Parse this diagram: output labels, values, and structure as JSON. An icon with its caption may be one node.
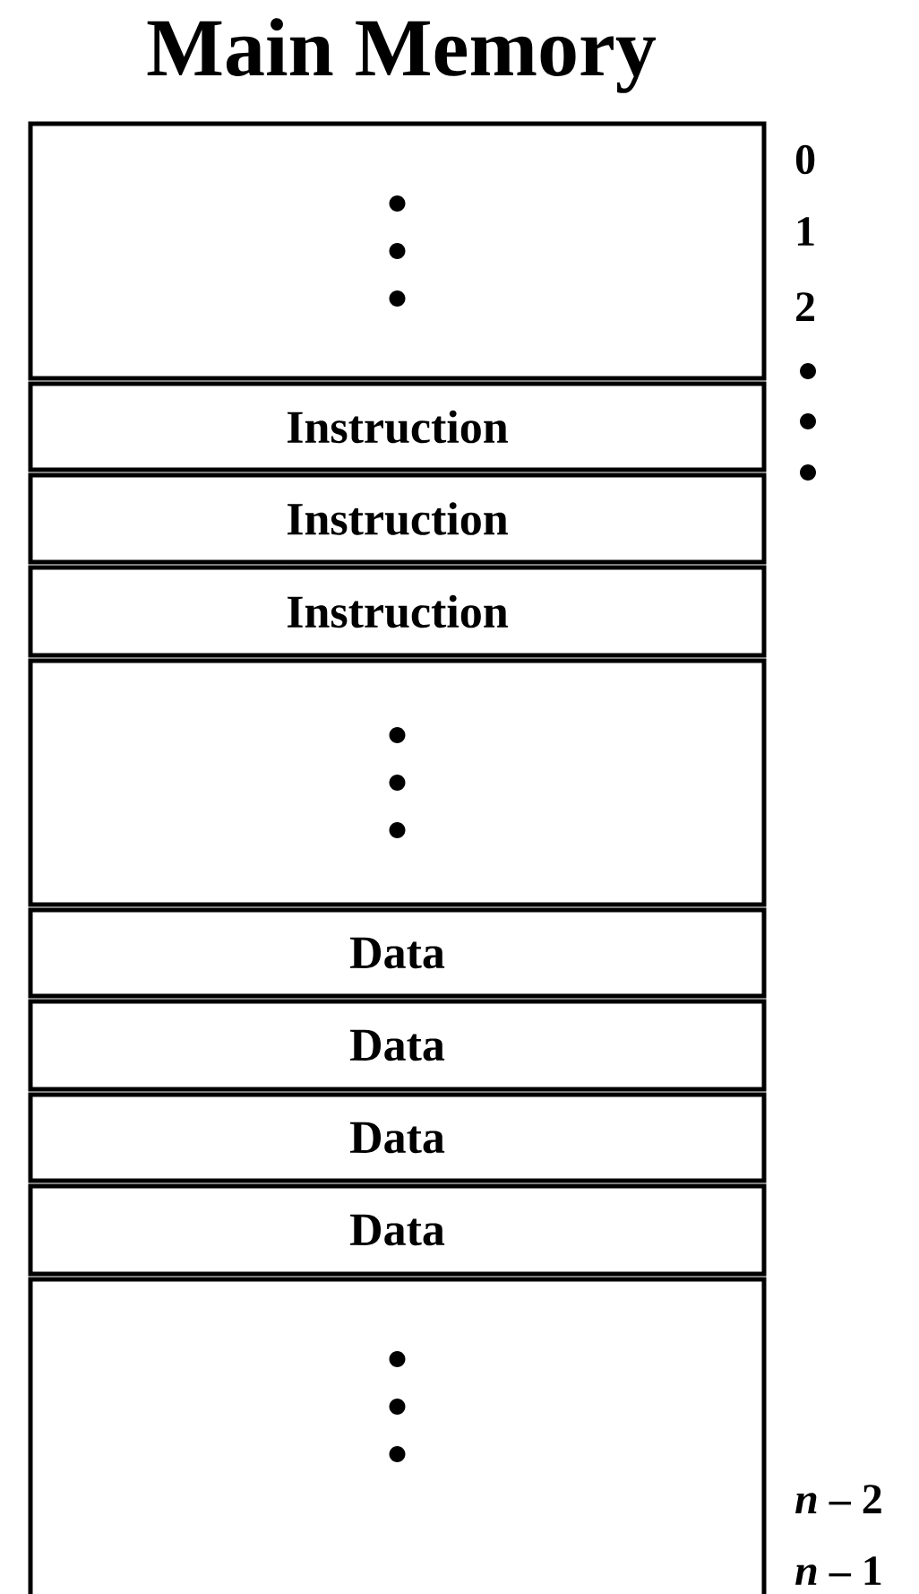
{
  "diagram": {
    "title": "Main Memory",
    "nodes": [
      {
        "text": [],
        "shape": "box"
      },
      {
        "text": [
          "Instruction"
        ]
      },
      {
        "text": [
          "Instruction"
        ]
      },
      {
        "text": [
          "Instruction"
        ]
      },
      {
        "text": [],
        "shape": "box"
      },
      {
        "text": [
          "Data"
        ]
      },
      {
        "text": [
          "Data"
        ]
      },
      {
        "text": [
          "Data"
        ]
      },
      {
        "text": [
          "Data"
        ]
      },
      {
        "text": [],
        "shape": "box"
      }
    ],
    "edges": [],
    "labels": [
      "0",
      "1",
      "2",
      "*n* – 2",
      "*n* – 1"
    ]
  }
}
